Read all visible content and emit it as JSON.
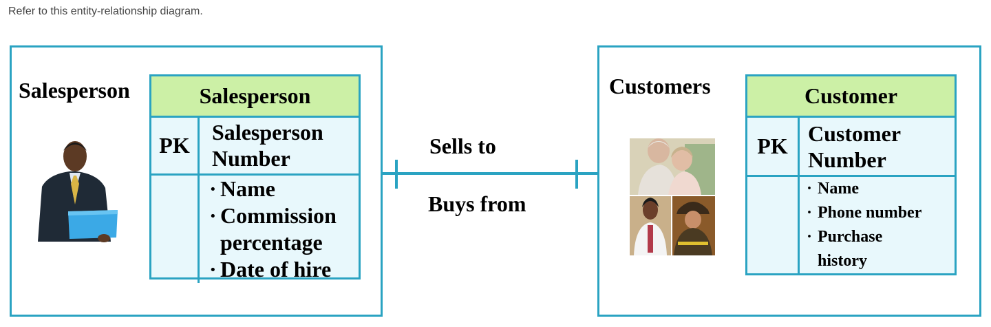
{
  "prompt": "Refer to this entity-relationship diagram.",
  "left_entity": {
    "label": "Salesperson",
    "table": {
      "header": "Salesperson",
      "pk_label": "PK",
      "key_lines": [
        "Salesperson",
        "Number"
      ],
      "attributes": [
        "Name",
        "Commission",
        "percentage",
        "Date of hire"
      ]
    }
  },
  "relationship": {
    "top_label": "Sells to",
    "bottom_label": "Buys from"
  },
  "right_entity": {
    "label": "Customers",
    "table": {
      "header": "Customer",
      "pk_label": "PK",
      "key_lines": [
        "Customer",
        "Number"
      ],
      "attributes": [
        "Name",
        "Phone number",
        "Purchase",
        "history"
      ]
    }
  },
  "colors": {
    "border": "#2aa3c2",
    "header_fill": "#ccf0a6",
    "cell_fill": "#e8f8fc"
  },
  "icons": [
    "salesperson-person-icon",
    "customers-photo-icon"
  ]
}
